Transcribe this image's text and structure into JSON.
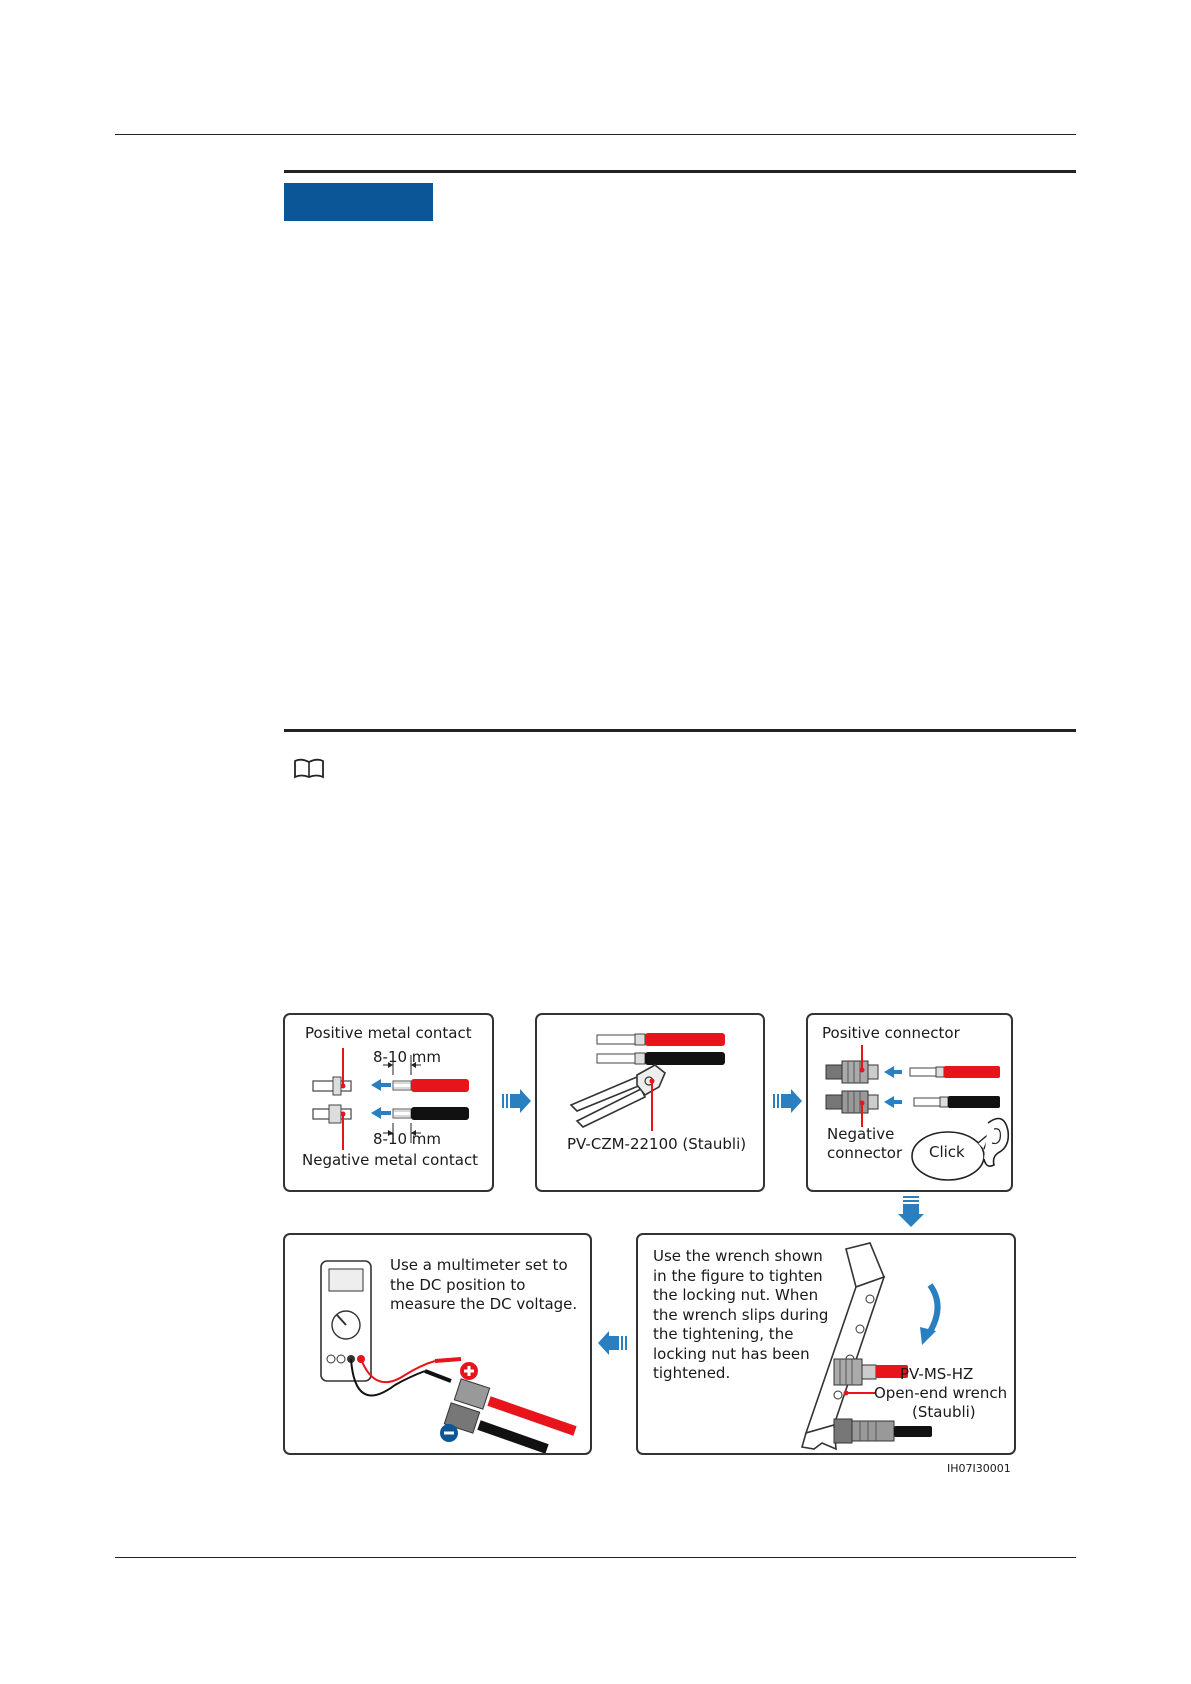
{
  "figure": {
    "step1": {
      "top_label": "Positive metal contact",
      "dim_top": "8-10 mm",
      "dim_bottom": "8-10 mm",
      "bottom_label": "Negative metal contact"
    },
    "step2": {
      "tool_label": "PV-CZM-22100 (Staubli)"
    },
    "step3": {
      "top_label": "Positive connector",
      "neg_line1": "Negative",
      "neg_line2": "connector",
      "click_label": "Click"
    },
    "step4": {
      "instruction_lines": [
        "Use the wrench shown",
        "in the figure to tighten",
        "the locking nut. When",
        "the wrench slips during",
        "the tightening, the",
        "locking nut has been",
        "tightened."
      ],
      "wrench_line1": "PV-MS-HZ",
      "wrench_line2": "Open-end wrench",
      "wrench_line3": "(Staubli)"
    },
    "step5": {
      "instruction_lines": [
        "Use a multimeter set to",
        "the DC position to",
        "measure the DC voltage."
      ]
    },
    "figure_code": "IH07I30001"
  },
  "colors": {
    "accent_blue": "#0a5697",
    "arrow_blue": "#2a7fc1",
    "wire_red": "#e8141b",
    "wire_black": "#111111"
  },
  "icons": {
    "note": "book-icon",
    "plus": "plus-circle-icon",
    "minus": "minus-circle-icon"
  }
}
